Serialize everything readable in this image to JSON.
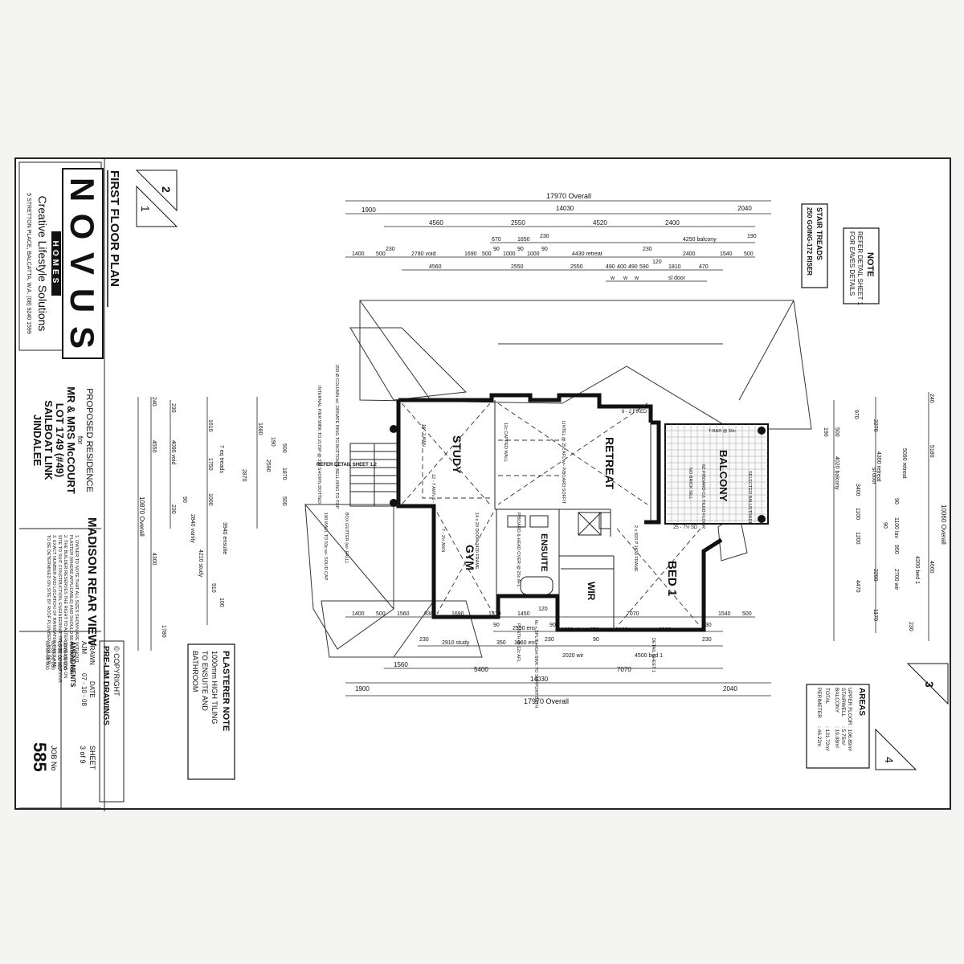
{
  "title_block": {
    "brand_letters": [
      "N",
      "O",
      "V",
      "U",
      "S"
    ],
    "brand_sub": "HOMES",
    "tagline": "Creative Lifestyle Solutions",
    "address": "5 STRETTON PLACE,  BALCATTA,  W.A.  (08) 9240 1599",
    "proposed": "PROPOSED RESIDENCE",
    "for": "for",
    "client_lines": [
      "MR & MRS McCOURT",
      "LOT 1749  (#49)",
      "SAILBOAT LINK",
      "JINDALEE"
    ],
    "design": "MADISON REAR VIEW",
    "notes": [
      "1. OWNER TO NOTE THAT ALL SIZES SHOWN ARE WITHOUT",
      "PLASTER (WHERE APPLICABLE) AND SHOULD BE ALLOWED FOR.",
      "2. THE BUILDER RESERVES THE RIGHT TO ALTER DIMENSIONS ON",
      "SITE TO SUIT CONSTRUCTION, ENGINEERING, OR SITE CONDITIONS.",
      "3. EXACT NUMBER AND LOCATION OF RAINWATER PIPES ARE",
      "TO BE DETERMINED ON SITE BY ROOF PLUMBER / BUILDER."
    ],
    "drawn_label": "DRAWN",
    "drawn_value": "AJM",
    "date_label": "DATE",
    "date_value": "07 - 10 - 08",
    "amend_label": "AMENDMENTS",
    "amend_rows": [
      "00-00-00   000",
      "00-00-00   000",
      "00-00-00   000",
      "00-00-00   000"
    ],
    "sheet_label": "SHEET",
    "sheet_value": "3 of 9",
    "job_label": "JOB No",
    "job_value": "585",
    "copyright": "© COPYRIGHT",
    "prelim": "PRE-LIM DRAWINGS"
  },
  "plan": {
    "title": "FIRST FLOOR PLAN",
    "corner_labels": [
      "2",
      "1",
      "3",
      "4"
    ],
    "note_title": "NOTE",
    "note_lines": [
      "REFER DETAIL SHEET 1",
      "FOR EAVES DETAILS"
    ],
    "stair_title": "STAIR TREADS",
    "stair_value": "250 GOING-172 RISER",
    "plasterer_title": "PLASTERER NOTE",
    "plasterer_lines": [
      "1000mm HIGH TILING",
      "TO ENSUITE AND",
      "BATHROOM"
    ],
    "areas_title": "AREAS",
    "areas_rows": [
      {
        "label": "UPPER FLOOR",
        "value": ": 106.89m²"
      },
      {
        "label": "STAIRWELL",
        "value": ": 5.75m²"
      },
      {
        "label": "BALCONY",
        "value": ": 19.08m²"
      },
      {
        "label": "TOTAL",
        "value": ": 131.72m²"
      },
      {
        "label": "PERIMETER",
        "value": ": 46.22m"
      }
    ],
    "rooms": {
      "study": "STUDY",
      "retreat": "RETREAT",
      "balcony": "BALCONY",
      "gym": "GYM",
      "ensuite": "ENSUITE",
      "wir": "WIR",
      "bed1": "BED 1"
    },
    "top_dims": {
      "overall": "17970 Overall",
      "row1": [
        "1900",
        "14030",
        "2040"
      ],
      "row2": [
        "4560",
        "2550",
        "4520",
        "2400"
      ],
      "row3": [
        "670",
        "1650",
        "230",
        "4250 balcony",
        "190"
      ],
      "row4": [
        "1400",
        "500",
        "230",
        "2780 void",
        "1690",
        "500",
        "90",
        "1000",
        "90",
        "1000",
        "90",
        "4430 retreat",
        "230",
        "2400",
        "1540",
        "500"
      ],
      "row5": [
        "4560",
        "2550",
        "2550",
        "490",
        "400",
        "490",
        "590",
        "120",
        "1810",
        "470"
      ],
      "row6": [
        "w",
        "w",
        "w",
        "sl door"
      ]
    },
    "bottom_dims": {
      "overall": "17970  Overall",
      "row1": [
        "1900",
        "14030",
        "2040"
      ],
      "row2": [
        "1560",
        "5400",
        "7070"
      ],
      "row3": [
        "230",
        "2910 study",
        "350",
        "1960 ens",
        "230",
        "2020 wir",
        "90",
        "4500 bed 1",
        "230"
      ],
      "row4": [
        "90",
        "2590 ens",
        "90",
        "1300 shr",
        "350",
        "2100",
        "2830",
        "230"
      ],
      "row5": [
        "1400",
        "500",
        "1560",
        "830",
        "1690",
        "1310",
        "1450",
        "120",
        "7070",
        "1540",
        "500"
      ]
    },
    "left_dims": {
      "overall": "10870  Overall",
      "a": [
        "240",
        "4550",
        "4300",
        "1780"
      ],
      "b": [
        "230",
        "4090 void",
        "230",
        "90"
      ],
      "c": [
        "1610",
        "1750",
        "1000",
        "2840 vanity",
        "3940 ensuite",
        "4210 study",
        "910",
        "100"
      ],
      "d": [
        "7 eq treads",
        "1680",
        "2870",
        "2590",
        "1870",
        "500",
        "190",
        "500"
      ]
    },
    "right_dims": {
      "overall": "10060  Overall",
      "a": [
        "240",
        "5180",
        "4660",
        "230"
      ],
      "b": [
        "970",
        "2270",
        "4300 retreat",
        "5090 retreat",
        "4200 bed 1",
        "2290",
        "2700 wir",
        "1170"
      ],
      "c": [
        "500",
        "190",
        "4020 balcony",
        "3400",
        "1100",
        "1200",
        "4470"
      ],
      "d": [
        "sl door",
        "1100 lav",
        "950",
        "90",
        "90"
      ]
    },
    "annotations": [
      "250 Ø COLUMN w/- ORNATE RING TO BOTTOM & BELL RING TO TOP",
      "INTERNAL PIER 90BK TO 2170P @ 33c SHOWN DOTTED",
      "REFER DETAIL SHEET 1.2",
      "BOX GUTTER (w/- FALL)",
      "190 WALL TO 53c w/- SOLID CAP",
      "LINTEL @ 25c AFL w/- P/BOARD SOFFIT",
      "T-BAR @ 59c",
      "SELECTED BALUSTRADE",
      "6Z P/BOARD C/L TILED FLOOR",
      "NO BRICK SILL",
      "P/BOARD & HEAD OVER @ 25c AFL",
      "PLINTH @ 12c AFL",
      "6c + SPLIT HIGH BWK TO SUPPORT BATH",
      "12c CAPPED WALL",
      "14 x 20 DOOR 1420 FRAME",
      "2 x 820 P 1630 FRAME",
      "25 - 7½ SD",
      "6 - 2 FIXED",
      "7 - 2½ AWN",
      "16 - 2 AWN",
      "12 - 7 AWN 6 - 4 HITE OVER",
      "DETAIL SHEET 1"
    ]
  }
}
